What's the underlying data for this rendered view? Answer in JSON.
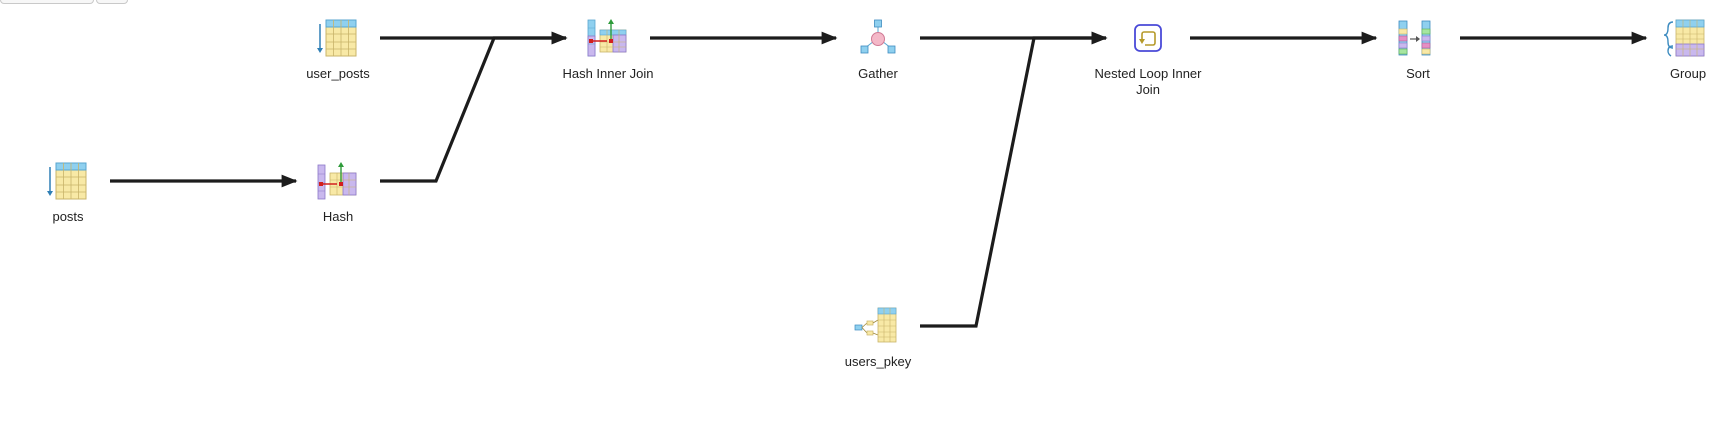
{
  "plan": {
    "nodes": [
      {
        "id": "user_posts",
        "label": "user_posts",
        "icon": "seq-scan-icon"
      },
      {
        "id": "posts",
        "label": "posts",
        "icon": "seq-scan-icon"
      },
      {
        "id": "hash",
        "label": "Hash",
        "icon": "hash-icon"
      },
      {
        "id": "hash_inner_join",
        "label": "Hash Inner Join",
        "icon": "hash-join-icon"
      },
      {
        "id": "gather",
        "label": "Gather",
        "icon": "gather-icon"
      },
      {
        "id": "users_pkey",
        "label": "users_pkey",
        "icon": "index-scan-icon"
      },
      {
        "id": "nested_loop",
        "label_lines": [
          "Nested Loop Inner",
          "Join"
        ],
        "icon": "nested-loop-icon"
      },
      {
        "id": "sort",
        "label": "Sort",
        "icon": "sort-icon"
      },
      {
        "id": "group",
        "label": "Group",
        "icon": "group-icon"
      }
    ],
    "edges": [
      {
        "from": "posts",
        "to": "hash"
      },
      {
        "from": "user_posts",
        "to": "hash_inner_join"
      },
      {
        "from": "hash",
        "to": "hash_inner_join"
      },
      {
        "from": "hash_inner_join",
        "to": "gather"
      },
      {
        "from": "gather",
        "to": "nested_loop"
      },
      {
        "from": "users_pkey",
        "to": "nested_loop"
      },
      {
        "from": "nested_loop",
        "to": "sort"
      },
      {
        "from": "sort",
        "to": "group"
      }
    ]
  },
  "colors": {
    "edge": "#1c1c1c",
    "table_fill": "#f8e9a6",
    "table_header": "#8fd0ef",
    "table_grid": "#c9b46a",
    "scan_arrow": "#2f7fb5",
    "hash_purple": "#c9b8ee",
    "join_green": "#2e9b3a",
    "join_red": "#d21f1f",
    "gather_pink": "#f4b8c8",
    "loop_blue": "#4a4ad8"
  }
}
